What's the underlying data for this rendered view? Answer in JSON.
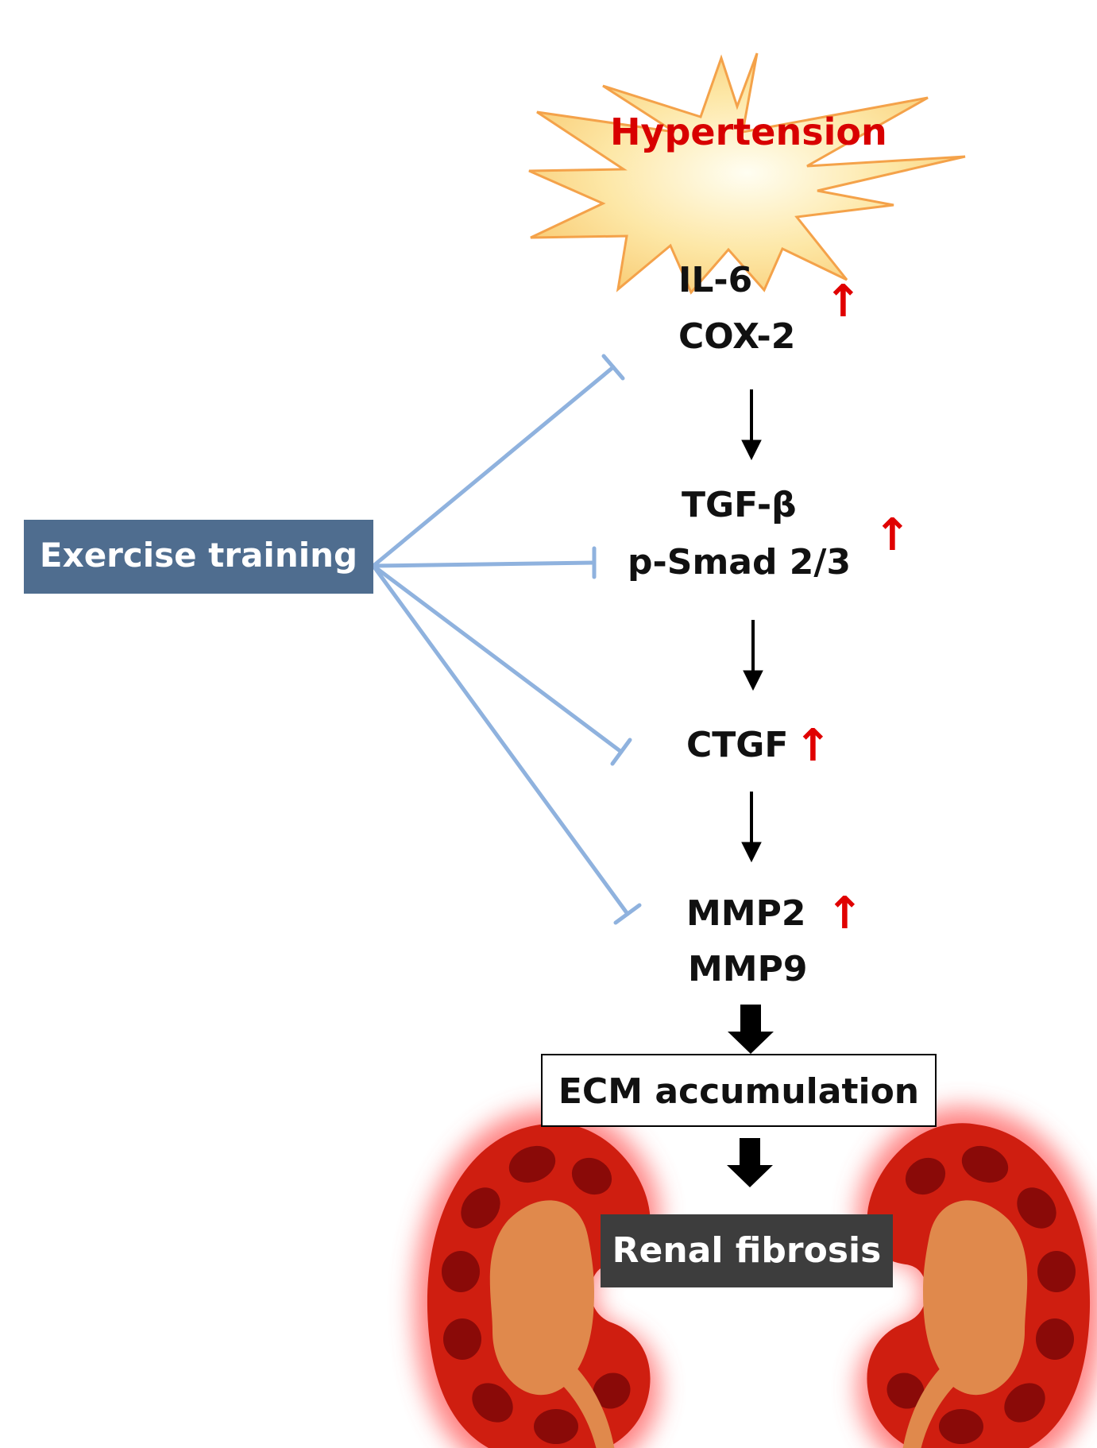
{
  "colors": {
    "hypertension_text": "#d80000",
    "starburst_fill": "#fbd98c",
    "starburst_stroke": "#f4a24a",
    "exercise_box": "#4f6d8f",
    "exercise_text": "#ffffff",
    "inhibit_line": "#8fb2de",
    "increase_arrow": "#e00000",
    "flow_arrow": "#000000",
    "renal_box": "#3d3d3d",
    "kidney_red": "#cf1e10",
    "kidney_dark": "#8a0a08",
    "kidney_pelvis": "#e0894c",
    "kidney_glow": "#ff5a5a"
  },
  "nodes": {
    "hypertension": "Hypertension",
    "il6": "IL-6",
    "cox2": "COX-2",
    "tgfb": "TGF-β",
    "psmad": "p-Smad 2/3",
    "ctgf": "CTGF",
    "mmp2": "MMP2",
    "mmp9": "MMP9",
    "ecm": "ECM accumulation",
    "renal": "Renal fibrosis",
    "exercise": "Exercise training"
  },
  "increase_marker": "↑",
  "icons": {
    "starburst": "starburst-icon",
    "kidney_left": "kidney-icon",
    "kidney_right": "kidney-icon",
    "increase": "red-up-arrow-icon",
    "inhibit": "t-bar-inhibition-icon"
  }
}
